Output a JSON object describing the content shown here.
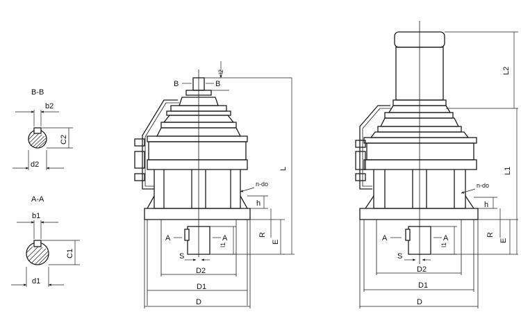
{
  "section_bb": {
    "title": "B-B",
    "b": "b2",
    "c": "C2",
    "d": "d2"
  },
  "section_aa": {
    "title": "A-A",
    "b": "b1",
    "c": "C1",
    "d": "d1"
  },
  "left_view": {
    "section_b_left": "B",
    "section_b_right": "B",
    "l2": "l2",
    "L": "L",
    "ndo": "n-do",
    "h": "h",
    "R": "R",
    "E": "E",
    "section_a_left": "A",
    "section_a_right": "A",
    "l1": "l1",
    "S": "S",
    "D2": "D2",
    "D1": "D1",
    "D": "D"
  },
  "right_view": {
    "L2": "L2",
    "L1": "L1",
    "ndo": "n-do",
    "h": "h",
    "R": "R",
    "E": "E",
    "section_a_left": "A",
    "section_a_right": "A",
    "l1": "l1",
    "S": "S",
    "D2": "D2",
    "D1": "D1",
    "D": "D"
  }
}
